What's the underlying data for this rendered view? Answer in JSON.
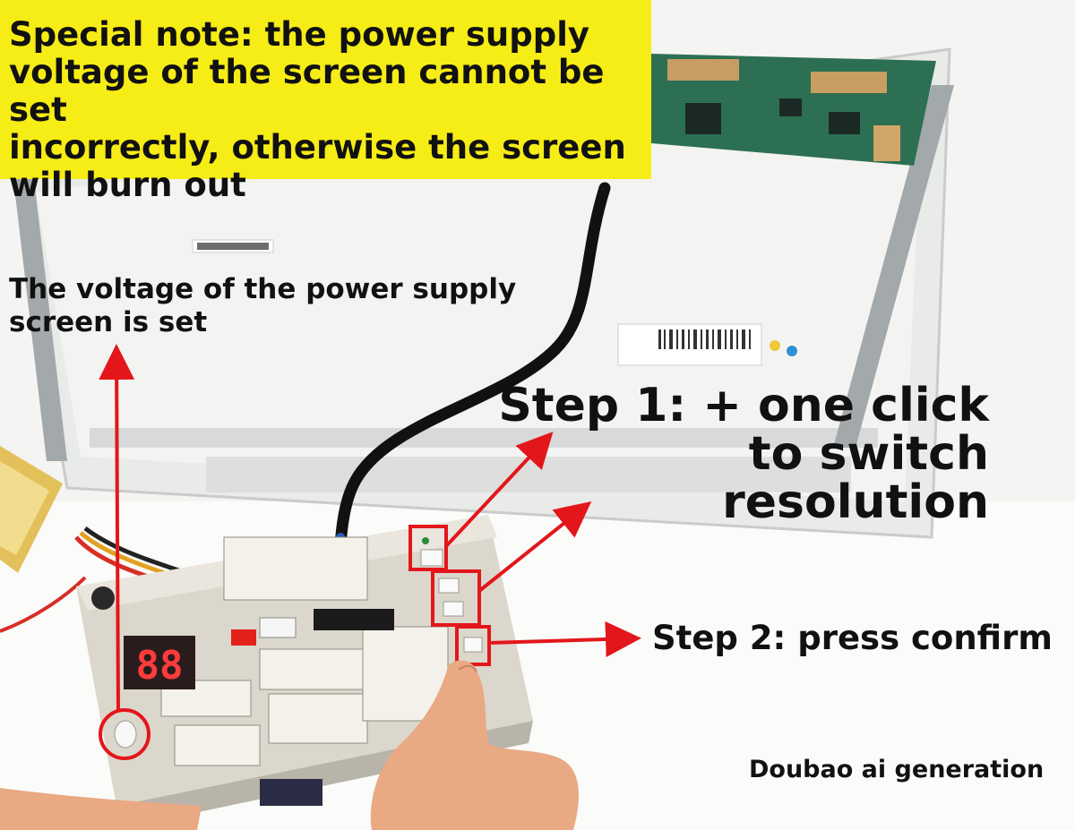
{
  "note": {
    "text": "Special note: the power supply\nvoltage of the screen cannot be set\nincorrectly, otherwise the screen\nwill burn out"
  },
  "labels": {
    "voltage": "The voltage of the power supply\nscreen is set",
    "step1": "Step 1: + one click\nto switch\nresolution",
    "step2": "Step 2: press confirm"
  },
  "tester": {
    "display_value": "88"
  },
  "watermark": "Doubao ai generation",
  "colors": {
    "note_background": "#f6ec16",
    "arrow": "#e3161b",
    "text": "#111111"
  }
}
